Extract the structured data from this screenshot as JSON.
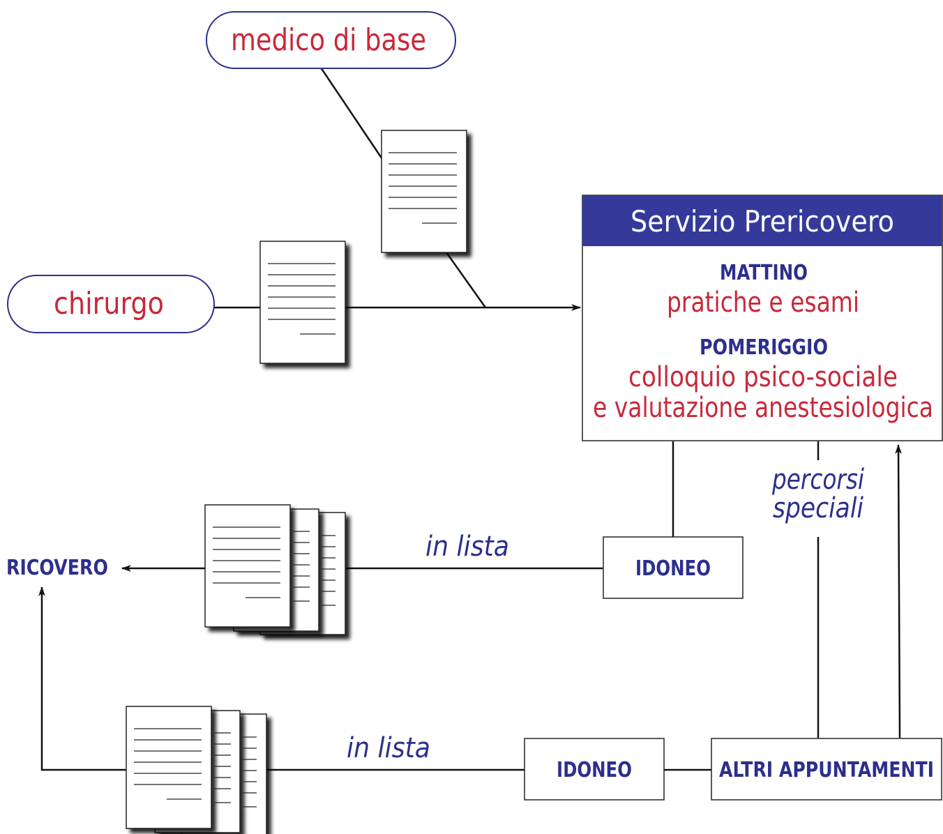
{
  "nodes": {
    "medico": "medico di base",
    "chirurgo": "chirurgo",
    "service_title": "Servizio Prericovero",
    "mattino": "MATTINO",
    "mattino_desc": "pratiche e esami",
    "pomeriggio": "POMERIGGIO",
    "pomeriggio_desc_1": "colloquio psico-sociale",
    "pomeriggio_desc_2": "e valutazione anestesiologica",
    "idoneo_1": "IDONEO",
    "idoneo_2": "IDONEO",
    "altri": "ALTRI APPUNTAMENTI",
    "ricovero": "RICOVERO"
  },
  "edges": {
    "in_lista_1": "in lista",
    "in_lista_2": "in lista",
    "percorsi": "percorsi",
    "speciali": "speciali"
  },
  "colors": {
    "red": "#c8283a",
    "blue": "#2c2f8c",
    "header_bg": "#353a9a"
  }
}
